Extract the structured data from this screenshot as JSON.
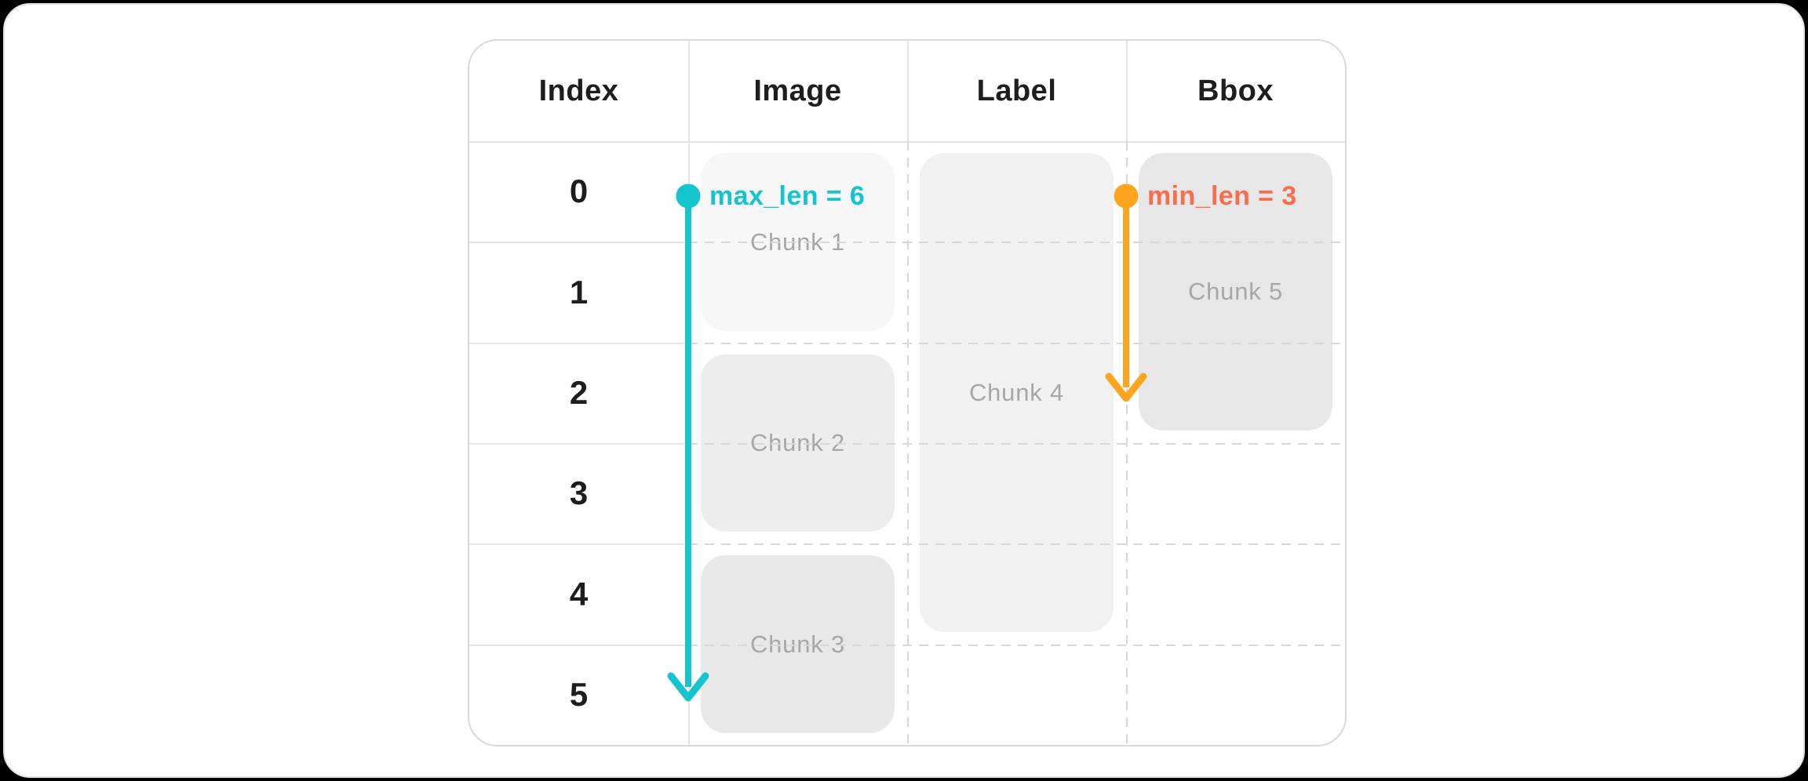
{
  "table": {
    "headers": [
      "Index",
      "Image",
      "Label",
      "Bbox"
    ],
    "row_indices": [
      "0",
      "1",
      "2",
      "3",
      "4",
      "5"
    ]
  },
  "chunks": [
    {
      "label": "Chunk 1",
      "column": "Image",
      "rows": "0-1",
      "fill": "#F7F7F7"
    },
    {
      "label": "Chunk 2",
      "column": "Image",
      "rows": "2-3",
      "fill": "#EDEDED"
    },
    {
      "label": "Chunk 3",
      "column": "Image",
      "rows": "4-5",
      "fill": "#E8E8E8"
    },
    {
      "label": "Chunk 4",
      "column": "Label",
      "rows": "0-4",
      "fill": "#F1F1F1"
    },
    {
      "label": "Chunk 5",
      "column": "Bbox",
      "rows": "0-2",
      "fill": "#E7E7E7"
    }
  ],
  "annotations": {
    "max_len": {
      "label": "max_len = 6",
      "value": 6,
      "rows_spanned": 6,
      "text_color": "#14C4CE",
      "arrow_color": "#14C4CE"
    },
    "min_len": {
      "label": "min_len = 3",
      "value": 3,
      "rows_spanned": 3,
      "text_color": "#F96D4C",
      "arrow_color": "#FFA41E"
    }
  },
  "colors": {
    "background": "#000000",
    "card": "#FFFFFF",
    "grid_solid": "#E5E5E5",
    "grid_dashed": "#D8D8D8",
    "table_border": "#D9D9D9",
    "header_text": "#1E1E1E",
    "chunk_text": "#A7A7A7"
  }
}
